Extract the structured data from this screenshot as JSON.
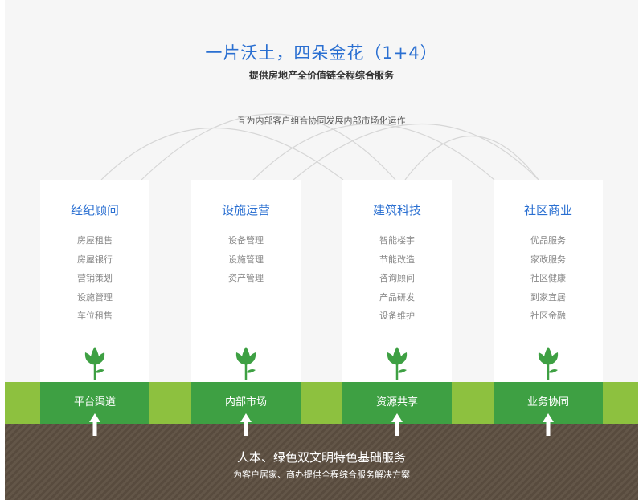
{
  "header": {
    "title": "一片沃土，四朵金花（1+4）",
    "subtitle": "提供房地产全价值链全程综合服务"
  },
  "connector_note": "互为内部客户组合协同发展内部市场化运作",
  "colors": {
    "title_blue": "#2a6fd1",
    "grass_green": "#8dc13f",
    "label_green": "#3ea043",
    "plant_green": "#3ea043",
    "soil_brown": "#5d4f41"
  },
  "cards": [
    {
      "title": "经纪顾问",
      "items": [
        "房屋租售",
        "房屋银行",
        "营销策划",
        "设施管理",
        "车位租售"
      ],
      "foundation_label": "平台渠道"
    },
    {
      "title": "设施运营",
      "items": [
        "设备管理",
        "设施管理",
        "资产管理"
      ],
      "foundation_label": "内部市场"
    },
    {
      "title": "建筑科技",
      "items": [
        "智能楼宇",
        "节能改造",
        "咨询顾问",
        "产品研发",
        "设备维护"
      ],
      "foundation_label": "资源共享"
    },
    {
      "title": "社区商业",
      "items": [
        "优品服务",
        "家政服务",
        "社区健康",
        "到家宜居",
        "社区金融"
      ],
      "foundation_label": "业务协同"
    }
  ],
  "icons": [
    "sprout-icon",
    "up-arrow-icon"
  ],
  "base": {
    "title": "人本、绿色双文明特色基础服务",
    "subtitle": "为客户居家、商办提供全程综合服务解决方案"
  }
}
